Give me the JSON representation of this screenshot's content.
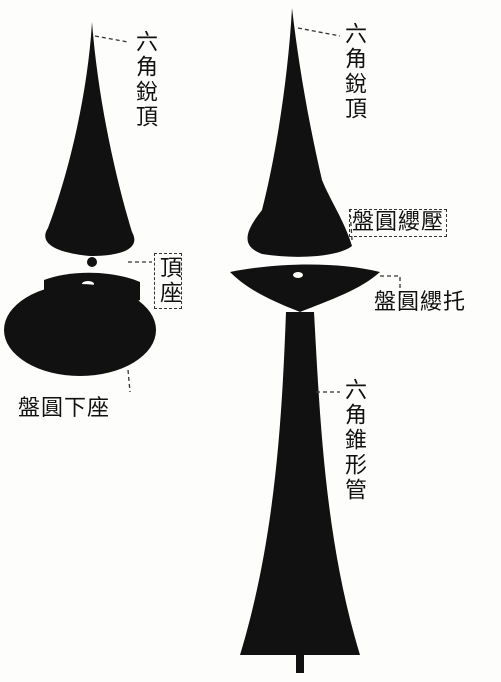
{
  "labels": {
    "left_apex": "六角銳頂",
    "left_crown_seat": "頂座",
    "left_base": "盤圓下座",
    "right_apex": "六角銳頂",
    "right_tassel_press": "盤圓纓壓",
    "right_tassel_support": "盤圓纓托",
    "right_tube": "六角錐形管"
  },
  "colors": {
    "ink": "#111111",
    "paper": "#fdfdfb"
  }
}
